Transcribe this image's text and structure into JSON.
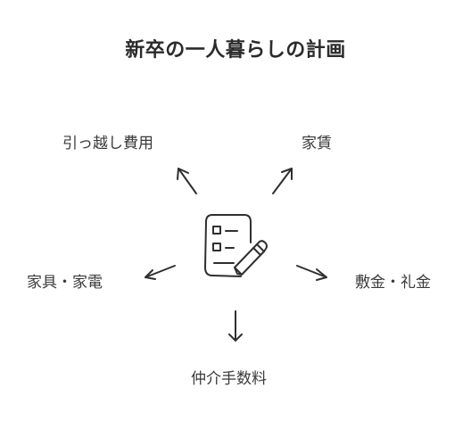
{
  "title": "新卒の一人暮らしの計画",
  "center_icon": "checklist-pencil-icon",
  "branches": {
    "moving": "引っ越し費用",
    "rent": "家賃",
    "furniture": "家具・家電",
    "deposit": "敷金・礼金",
    "agent_fee": "仲介手数料"
  },
  "colors": {
    "text": "#333333",
    "stroke": "#2f2f2f"
  }
}
